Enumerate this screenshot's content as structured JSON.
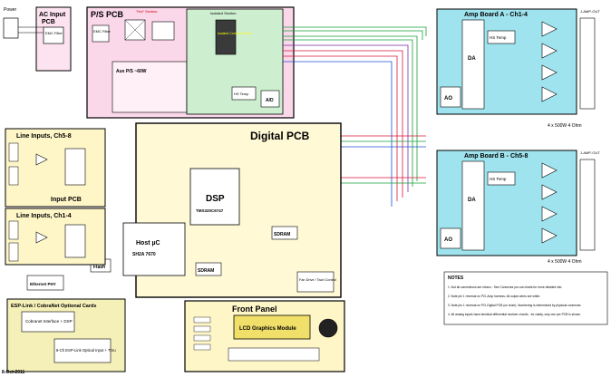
{
  "sections": {
    "power_label": "Power",
    "ac_input_title": "AC Input",
    "ac_input_pcb": "PCB",
    "emc_filter": "EMC Filter",
    "ps_pcb_title": "P/S PCB",
    "hot_section": "\"Hot\" Section",
    "isolated_section": "Isolated Section",
    "isolated_converter": "Isolated Converter Drive",
    "digital_pcb": "Digital PCB",
    "amp_a_title": "Amp Board A - Ch1-4",
    "amp_b_title": "Amp Board B - Ch5-8",
    "line_inputs_58": "Line Inputs, Ch5-8",
    "input_pcb": "Input PCB",
    "line_inputs_14": "Line Inputs, Ch1-4",
    "dsp_label": "DSP",
    "dsp_part": "TMS320C6747",
    "host_label": "Host µC",
    "host_part": "SH2A 7670",
    "flash": "Flash",
    "sdram": "SDRAM",
    "ethernet_phy": "Ethernet PHY",
    "esp_link_title": "ESP-Link / CobraNet Optional Cards",
    "cobranet_box": "Cobranet Interface + DSP",
    "esp_link_box": "8-Ch ESP-Link Optical Input + Thru",
    "front_panel": "Front Panel",
    "lcd": "LCD Graphics Module",
    "notes_title": "NOTES",
    "date": "8-Oct-2011",
    "aux_ps": "Aux P/S ~60W",
    "ad": "A/D",
    "hs_temp": "HS Temp",
    "da": "DA",
    "ao": "AO",
    "fan_drive": "Fan Drive / Tach Control",
    "j_amp_out_a": "J-AMP-OUT",
    "j_amp_out_b": "J-AMP-OUT",
    "spec_a": "4 x 500W 4 Ohm",
    "spec_b": "4 x 500W 4 Ohm"
  },
  "notes": [
    "1. Not all connections are shown - See Connector pin-out charts for more detailed info.",
    "2. Note pin 1 reversal on PCI-Amp harness. All output wires are white.",
    "3. Note pin 1 reversal on PCI-Digital PCB (on chart). Numbering is determined by physical connector.",
    "4. All analog inputs have identical differential receiver circuits - for clarity, only one per PCB is shown."
  ],
  "colors": {
    "ac_fill": "#fde3ef",
    "ps_fill": "#fbd7ea",
    "iso_fill": "#cdeecf",
    "digital_fill": "#fff9d6",
    "input_fill": "#fff6c8",
    "amp_fill": "#9fe3ee",
    "esp_fill": "#f5f0b8",
    "front_fill": "#fff6c8",
    "green_bus": "#14a03c",
    "red_bus": "#d8183a",
    "blue_bus": "#2050d0",
    "purple_bus": "#7a2aa8"
  }
}
